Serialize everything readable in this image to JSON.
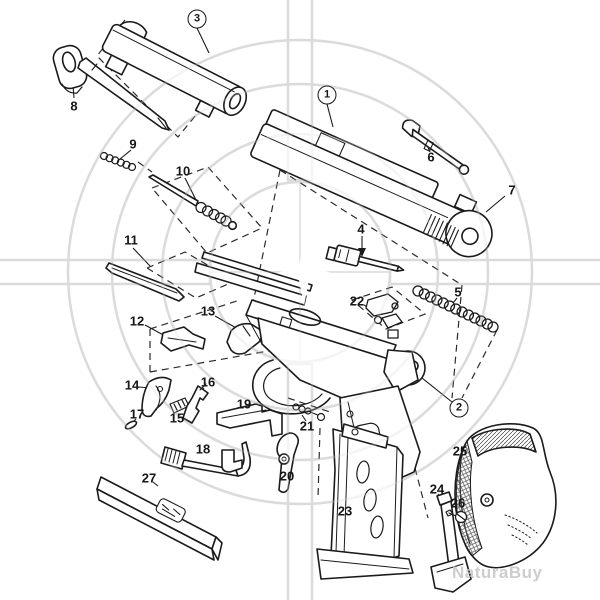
{
  "diagram": {
    "type": "exploded-parts-diagram",
    "subject": "pistol exploded view",
    "ink_color": "#1b1b1b",
    "watermark_color": "#d9d9d9",
    "background": "#ffffff"
  },
  "watermark": {
    "text": "NaturaBuy"
  },
  "parts": [
    {
      "num": "1",
      "circled": true
    },
    {
      "num": "2",
      "circled": true
    },
    {
      "num": "3",
      "circled": true
    },
    {
      "num": "4",
      "circled": false
    },
    {
      "num": "5",
      "circled": false
    },
    {
      "num": "6",
      "circled": false
    },
    {
      "num": "7",
      "circled": false
    },
    {
      "num": "8",
      "circled": false
    },
    {
      "num": "9",
      "circled": false
    },
    {
      "num": "10",
      "circled": false
    },
    {
      "num": "11",
      "circled": false
    },
    {
      "num": "12",
      "circled": false
    },
    {
      "num": "13",
      "circled": false
    },
    {
      "num": "14",
      "circled": false
    },
    {
      "num": "15",
      "circled": false
    },
    {
      "num": "16",
      "circled": false
    },
    {
      "num": "17",
      "circled": false
    },
    {
      "num": "18",
      "circled": false
    },
    {
      "num": "19",
      "circled": false
    },
    {
      "num": "20",
      "circled": false
    },
    {
      "num": "21",
      "circled": false
    },
    {
      "num": "22",
      "circled": false
    },
    {
      "num": "23",
      "circled": false
    },
    {
      "num": "24",
      "circled": false
    },
    {
      "num": "25",
      "circled": false
    },
    {
      "num": "26",
      "circled": false
    },
    {
      "num": "27",
      "circled": false
    }
  ]
}
